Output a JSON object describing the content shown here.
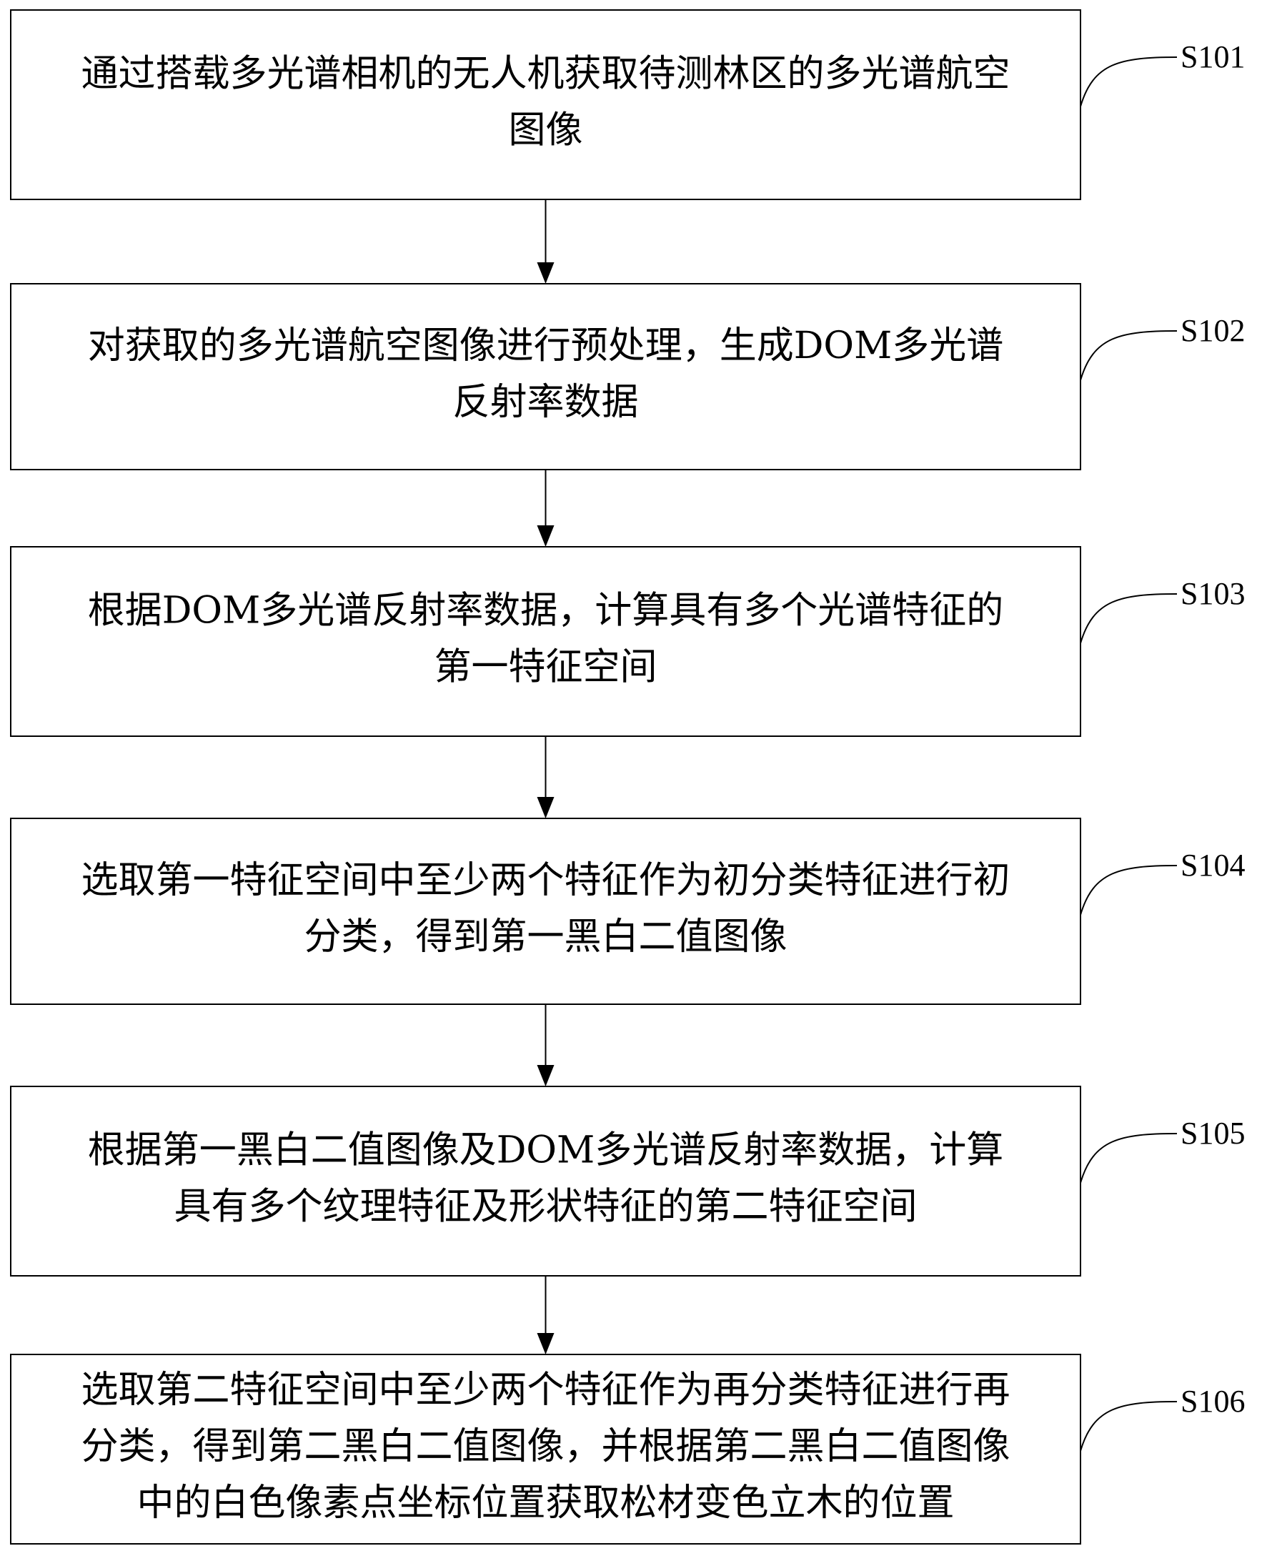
{
  "flowchart": {
    "steps": [
      {
        "id": "S101",
        "lines": [
          "通过搭载多光谱相机的无人机获取待测林区的多光谱航空",
          "图像"
        ]
      },
      {
        "id": "S102",
        "lines": [
          "对获取的多光谱航空图像进行预处理，生成DOM多光谱",
          "反射率数据"
        ]
      },
      {
        "id": "S103",
        "lines": [
          "根据DOM多光谱反射率数据，计算具有多个光谱特征的",
          "第一特征空间"
        ]
      },
      {
        "id": "S104",
        "lines": [
          "选取第一特征空间中至少两个特征作为初分类特征进行初",
          "分类，得到第一黑白二值图像"
        ]
      },
      {
        "id": "S105",
        "lines": [
          "根据第一黑白二值图像及DOM多光谱反射率数据，计算",
          "具有多个纹理特征及形状特征的第二特征空间"
        ]
      },
      {
        "id": "S106",
        "lines": [
          "选取第二特征空间中至少两个特征作为再分类特征进行再",
          "分类，得到第二黑白二值图像，并根据第二黑白二值图像",
          "中的白色像素点坐标位置获取松材变色立木的位置"
        ]
      }
    ],
    "colors": {
      "stroke": "#000000",
      "background": "#ffffff"
    }
  }
}
